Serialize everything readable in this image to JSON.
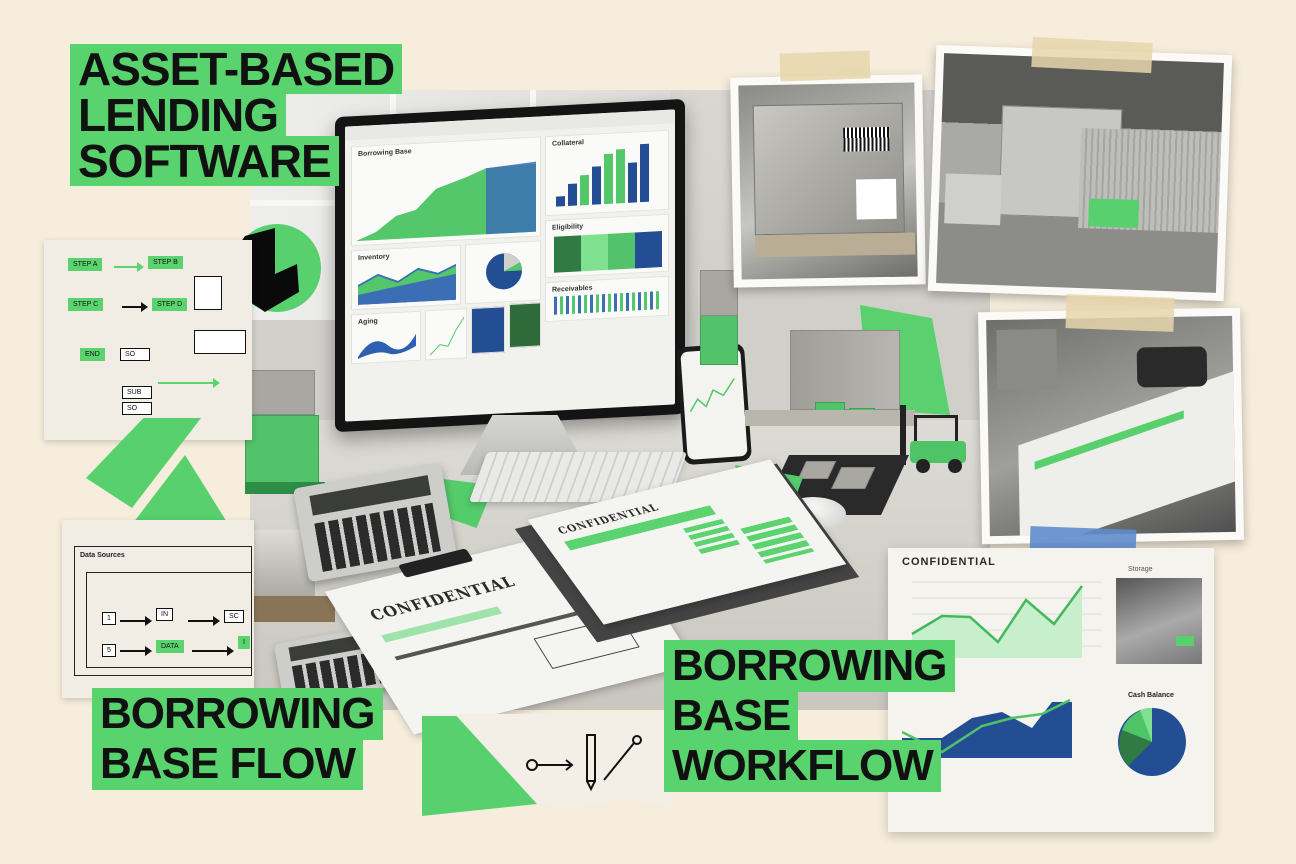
{
  "headline": {
    "line1": "ASSET-BASED",
    "line2": "LENDING",
    "line3": "SOFTWARE"
  },
  "label_left": {
    "line1": "BORROWING",
    "line2": "BASE FLOW"
  },
  "label_right": {
    "line1": "BORROWING",
    "line2": "BASE",
    "line3": "WORKFLOW"
  },
  "documents": {
    "front_stamp": "CONFIDENTIAL",
    "back_stamp": "CONFIDENTIAL",
    "chart_sheet_title": "CONFIDENTIAL",
    "pie_title": "Cash Balance"
  },
  "colors": {
    "accent_green": "#59d36d",
    "accent_blue": "#234e94",
    "background": "#f6eddc",
    "ink": "#111111"
  },
  "scene_items": [
    "monitor-dashboard",
    "smartphone-chart",
    "keyboard",
    "mouse",
    "calculator",
    "calculator-small",
    "clipboard-documents",
    "pallet-boxes",
    "forklift-toy",
    "warehouse-photo",
    "wrapped-pallet-photo",
    "barcode-scan-photo"
  ],
  "chart_data": [
    {
      "type": "line",
      "title": "CONFIDENTIAL",
      "x": [
        1,
        2,
        3,
        4,
        5,
        6,
        7
      ],
      "series": [
        {
          "name": "trend",
          "values": [
            3.2,
            4.4,
            4.3,
            2.5,
            5.2,
            3.9,
            6.4
          ]
        }
      ]
    },
    {
      "type": "area",
      "title": "",
      "x": [
        1,
        2,
        3,
        4,
        5,
        6
      ],
      "series": [
        {
          "name": "blue-area",
          "values": [
            3,
            4,
            5.5,
            4,
            7,
            7
          ]
        },
        {
          "name": "green-line",
          "values": [
            4.5,
            3,
            5,
            6.5,
            6.5,
            8
          ]
        }
      ]
    },
    {
      "type": "pie",
      "title": "Cash Balance",
      "categories": [
        "Blue",
        "Dark green",
        "Light green",
        "Green"
      ],
      "values": [
        65,
        15,
        12,
        8
      ]
    }
  ]
}
